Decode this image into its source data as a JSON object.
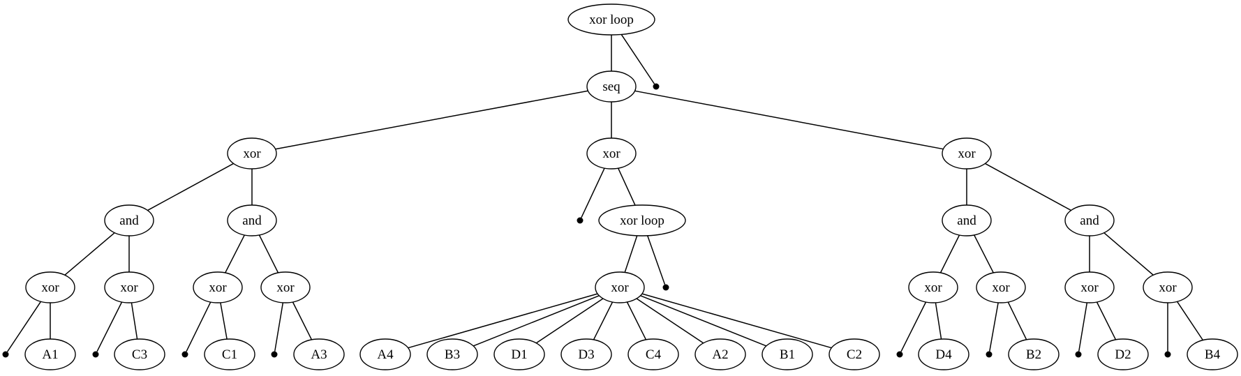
{
  "tree": {
    "nodes": [
      {
        "id": "root",
        "label": "xor loop",
        "kind": "op"
      },
      {
        "id": "seq",
        "label": "seq",
        "kind": "op"
      },
      {
        "id": "tau_root",
        "label": "",
        "kind": "tau"
      },
      {
        "id": "xorL",
        "label": "xor",
        "kind": "op"
      },
      {
        "id": "xorM",
        "label": "xor",
        "kind": "op"
      },
      {
        "id": "xorR",
        "label": "xor",
        "kind": "op"
      },
      {
        "id": "andL1",
        "label": "and",
        "kind": "op"
      },
      {
        "id": "andL2",
        "label": "and",
        "kind": "op"
      },
      {
        "id": "tau_m",
        "label": "",
        "kind": "tau"
      },
      {
        "id": "loopM",
        "label": "xor loop",
        "kind": "op"
      },
      {
        "id": "andR1",
        "label": "and",
        "kind": "op"
      },
      {
        "id": "andR2",
        "label": "and",
        "kind": "op"
      },
      {
        "id": "x1",
        "label": "xor",
        "kind": "op"
      },
      {
        "id": "x2",
        "label": "xor",
        "kind": "op"
      },
      {
        "id": "x3",
        "label": "xor",
        "kind": "op"
      },
      {
        "id": "x4",
        "label": "xor",
        "kind": "op"
      },
      {
        "id": "xm",
        "label": "xor",
        "kind": "op"
      },
      {
        "id": "tau_loop",
        "label": "",
        "kind": "tau"
      },
      {
        "id": "x5",
        "label": "xor",
        "kind": "op"
      },
      {
        "id": "x6",
        "label": "xor",
        "kind": "op"
      },
      {
        "id": "x7",
        "label": "xor",
        "kind": "op"
      },
      {
        "id": "x8",
        "label": "xor",
        "kind": "op"
      },
      {
        "id": "t1",
        "label": "",
        "kind": "tau"
      },
      {
        "id": "A1",
        "label": "A1",
        "kind": "leaf"
      },
      {
        "id": "t2",
        "label": "",
        "kind": "tau"
      },
      {
        "id": "C3",
        "label": "C3",
        "kind": "leaf"
      },
      {
        "id": "t3",
        "label": "",
        "kind": "tau"
      },
      {
        "id": "C1",
        "label": "C1",
        "kind": "leaf"
      },
      {
        "id": "t4",
        "label": "",
        "kind": "tau"
      },
      {
        "id": "A3",
        "label": "A3",
        "kind": "leaf"
      },
      {
        "id": "A4",
        "label": "A4",
        "kind": "leaf"
      },
      {
        "id": "B3",
        "label": "B3",
        "kind": "leaf"
      },
      {
        "id": "D1",
        "label": "D1",
        "kind": "leaf"
      },
      {
        "id": "D3",
        "label": "D3",
        "kind": "leaf"
      },
      {
        "id": "C4",
        "label": "C4",
        "kind": "leaf"
      },
      {
        "id": "A2",
        "label": "A2",
        "kind": "leaf"
      },
      {
        "id": "B1",
        "label": "B1",
        "kind": "leaf"
      },
      {
        "id": "C2",
        "label": "C2",
        "kind": "leaf"
      },
      {
        "id": "t5",
        "label": "",
        "kind": "tau"
      },
      {
        "id": "D4",
        "label": "D4",
        "kind": "leaf"
      },
      {
        "id": "t6",
        "label": "",
        "kind": "tau"
      },
      {
        "id": "B2",
        "label": "B2",
        "kind": "leaf"
      },
      {
        "id": "t7",
        "label": "",
        "kind": "tau"
      },
      {
        "id": "D2",
        "label": "D2",
        "kind": "leaf"
      },
      {
        "id": "t8",
        "label": "",
        "kind": "tau"
      },
      {
        "id": "B4",
        "label": "B4",
        "kind": "leaf"
      }
    ],
    "edges": [
      [
        "root",
        "seq"
      ],
      [
        "root",
        "tau_root"
      ],
      [
        "seq",
        "xorL"
      ],
      [
        "seq",
        "xorM"
      ],
      [
        "seq",
        "xorR"
      ],
      [
        "xorL",
        "andL1"
      ],
      [
        "xorL",
        "andL2"
      ],
      [
        "xorM",
        "tau_m"
      ],
      [
        "xorM",
        "loopM"
      ],
      [
        "xorR",
        "andR1"
      ],
      [
        "xorR",
        "andR2"
      ],
      [
        "andL1",
        "x1"
      ],
      [
        "andL1",
        "x2"
      ],
      [
        "andL2",
        "x3"
      ],
      [
        "andL2",
        "x4"
      ],
      [
        "loopM",
        "xm"
      ],
      [
        "loopM",
        "tau_loop"
      ],
      [
        "andR1",
        "x5"
      ],
      [
        "andR1",
        "x6"
      ],
      [
        "andR2",
        "x7"
      ],
      [
        "andR2",
        "x8"
      ],
      [
        "x1",
        "t1"
      ],
      [
        "x1",
        "A1"
      ],
      [
        "x2",
        "t2"
      ],
      [
        "x2",
        "C3"
      ],
      [
        "x3",
        "t3"
      ],
      [
        "x3",
        "C1"
      ],
      [
        "x4",
        "t4"
      ],
      [
        "x4",
        "A3"
      ],
      [
        "xm",
        "A4"
      ],
      [
        "xm",
        "B3"
      ],
      [
        "xm",
        "D1"
      ],
      [
        "xm",
        "D3"
      ],
      [
        "xm",
        "C4"
      ],
      [
        "xm",
        "A2"
      ],
      [
        "xm",
        "B1"
      ],
      [
        "xm",
        "C2"
      ],
      [
        "x5",
        "t5"
      ],
      [
        "x5",
        "D4"
      ],
      [
        "x6",
        "t6"
      ],
      [
        "x6",
        "B2"
      ],
      [
        "x7",
        "t7"
      ],
      [
        "x7",
        "D2"
      ],
      [
        "x8",
        "t8"
      ],
      [
        "x8",
        "B4"
      ]
    ]
  }
}
